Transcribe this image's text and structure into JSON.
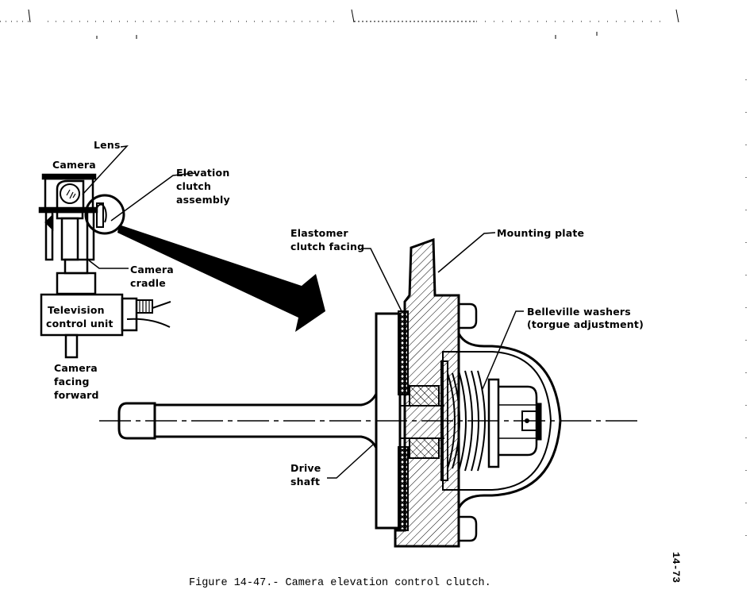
{
  "figure": {
    "caption": "Figure 14-47.- Camera elevation control clutch.",
    "page_number": "14-73"
  },
  "overview_labels": {
    "lens": "Lens",
    "camera": "Camera",
    "elevation_clutch": [
      "Elevation",
      "clutch",
      "assembly"
    ],
    "camera_cradle": [
      "Camera",
      "cradle"
    ],
    "tv_control_unit": [
      "Television",
      "control unit"
    ],
    "camera_facing": [
      "Camera",
      "facing",
      "forward"
    ]
  },
  "detail_labels": {
    "elastomer": [
      "Elastomer",
      "clutch facing"
    ],
    "mounting_plate": "Mounting plate",
    "belleville": [
      "Belleville washers",
      "(torgue adjustment)"
    ],
    "drive_shaft": [
      "Drive",
      "shaft"
    ]
  }
}
